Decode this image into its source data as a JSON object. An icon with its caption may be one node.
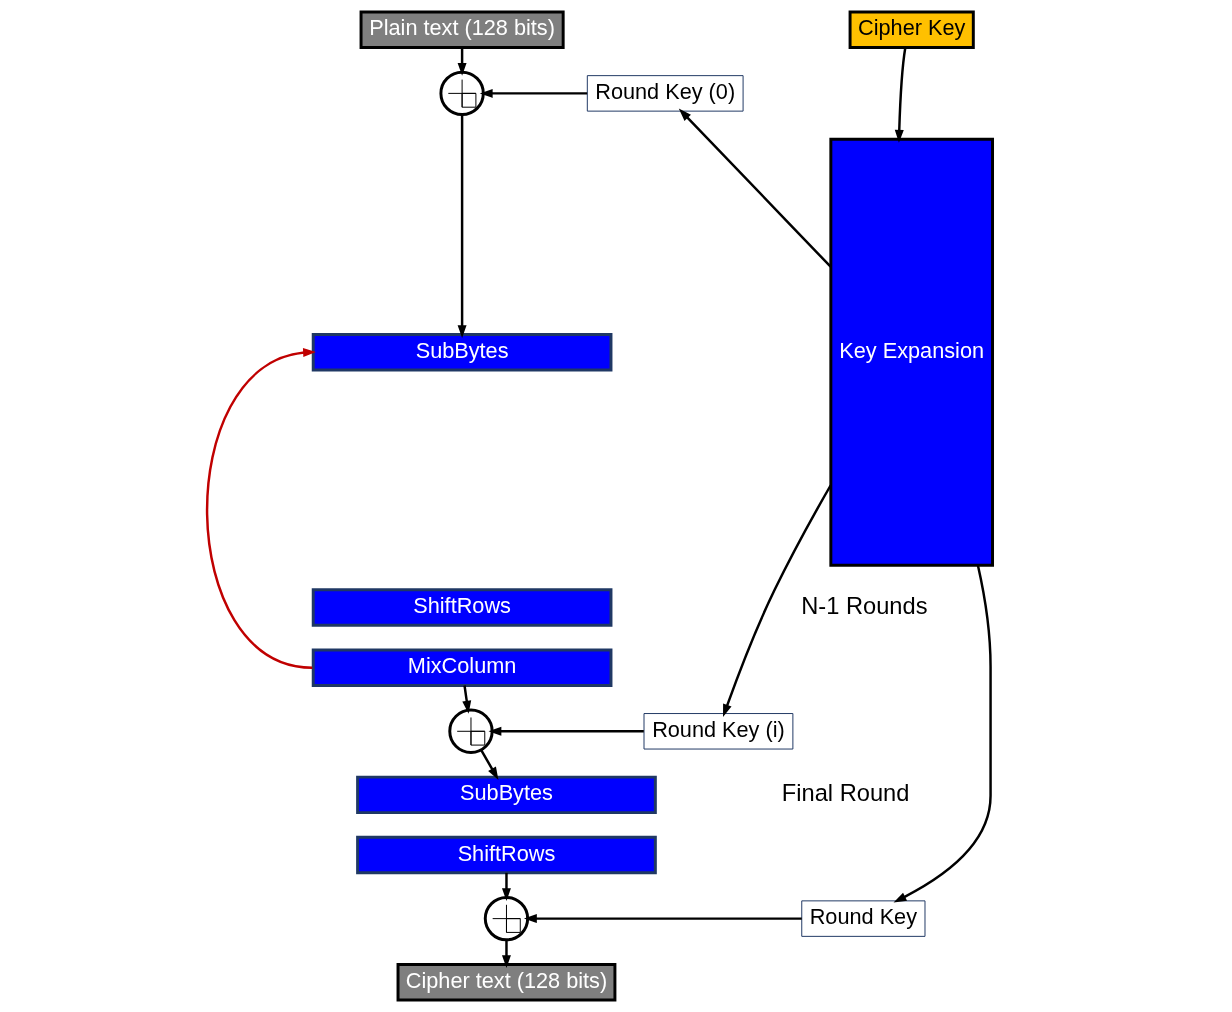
{
  "diagram": {
    "nodes": [
      {
        "text": [
          "Plain text (128 bits)"
        ]
      },
      {
        "text": [
          "Cipher Key"
        ]
      },
      {
        "text": [],
        "shape": "circle"
      },
      {
        "text": [
          "Round Key (0)"
        ]
      },
      {
        "text": [
          "Key Expansion"
        ]
      },
      {
        "text": [
          "SubBytes"
        ]
      },
      {
        "text": [
          "ShiftRows"
        ]
      },
      {
        "text": [
          "MixColumn"
        ]
      },
      {
        "text": [],
        "shape": "circle"
      },
      {
        "text": [
          "Round Key (i)"
        ]
      },
      {
        "text": [
          "SubBytes"
        ]
      },
      {
        "text": [
          "ShiftRows"
        ]
      },
      {
        "text": [],
        "shape": "circle"
      },
      {
        "text": [
          "Round Key"
        ]
      },
      {
        "text": [
          "Cipher text (128 bits)"
        ]
      }
    ],
    "edges": [
      {
        "from": 0,
        "to": 2,
        "arrow": "to"
      },
      {
        "from": 1,
        "to": 4,
        "arrow": "to"
      },
      {
        "from": 4,
        "to": 3,
        "arrow": "to"
      },
      {
        "from": 3,
        "to": 2,
        "arrow": "to"
      },
      {
        "from": 2,
        "to": 5,
        "arrow": "to"
      },
      {
        "from": 7,
        "to": 5,
        "arrow": "to",
        "color": "#c00000"
      },
      {
        "from": 7,
        "to": 8,
        "arrow": "to"
      },
      {
        "from": 4,
        "to": 9,
        "arrow": "to"
      },
      {
        "from": 9,
        "to": 8,
        "arrow": "to"
      },
      {
        "from": 8,
        "to": 10,
        "arrow": "to"
      },
      {
        "from": 11,
        "to": 12,
        "arrow": "to"
      },
      {
        "from": 4,
        "to": 13,
        "arrow": "to"
      },
      {
        "from": 13,
        "to": 12,
        "arrow": "to"
      },
      {
        "from": 12,
        "to": 14,
        "arrow": "to"
      }
    ],
    "labels": [
      "N-1 Rounds",
      "Final Round"
    ]
  }
}
